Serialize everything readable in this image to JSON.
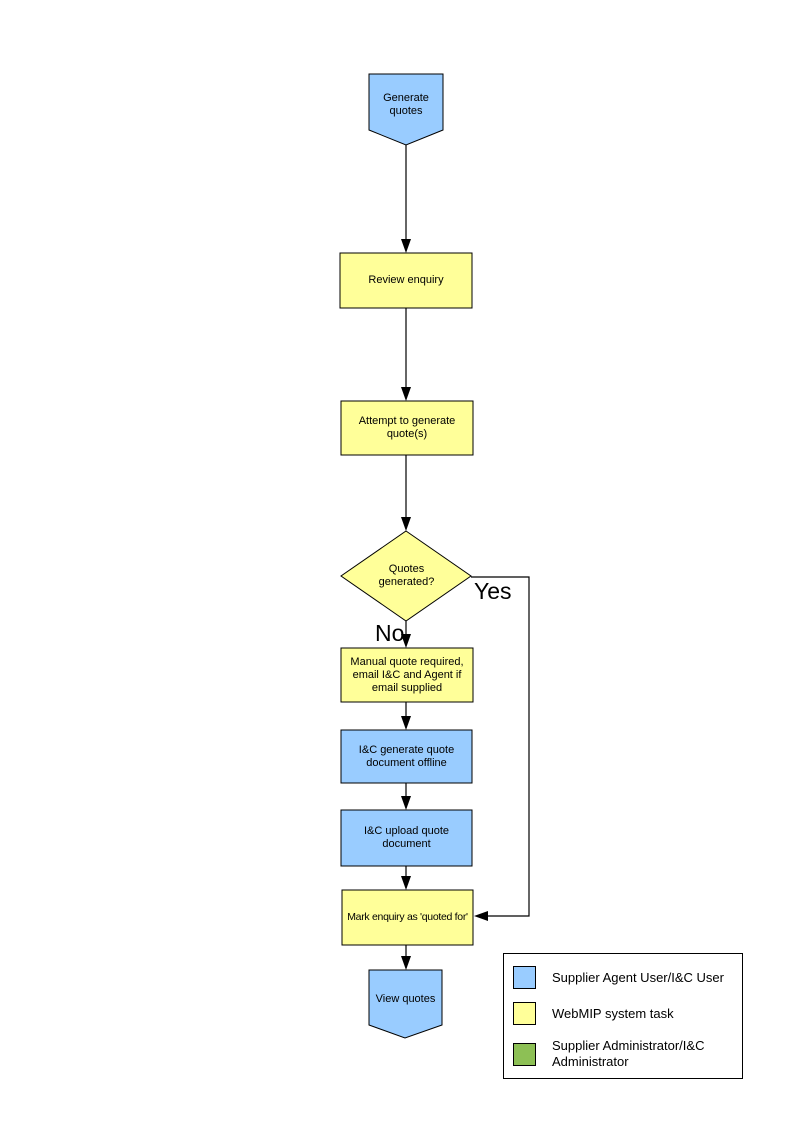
{
  "flowchart": {
    "nodes": {
      "start": {
        "label": "Generate quotes",
        "color": "#99CCFF"
      },
      "review": {
        "label": "Review enquiry",
        "color": "#FFFF99"
      },
      "attempt": {
        "label": "Attempt to generate quote(s)",
        "color": "#FFFF99"
      },
      "decision": {
        "label": "Quotes generated?",
        "color": "#FFFF99"
      },
      "manual": {
        "label": "Manual quote required, email I&C and Agent if email supplied",
        "color": "#FFFF99"
      },
      "offline": {
        "label": "I&C generate quote document offline",
        "color": "#99CCFF"
      },
      "upload": {
        "label": "I&C upload quote document",
        "color": "#99CCFF"
      },
      "mark": {
        "label": "Mark enquiry as 'quoted for'",
        "color": "#FFFF99"
      },
      "end": {
        "label": "View quotes",
        "color": "#99CCFF"
      }
    },
    "branches": {
      "yes_label": "Yes",
      "no_label": "No"
    }
  },
  "legend": {
    "items": [
      {
        "label": "Supplier Agent User/I&C User",
        "color": "#99CCFF"
      },
      {
        "label": "WebMIP system task",
        "color": "#FFFF99"
      },
      {
        "label": "Supplier Administrator/I&C Administrator",
        "color": "#8DC055"
      }
    ]
  }
}
